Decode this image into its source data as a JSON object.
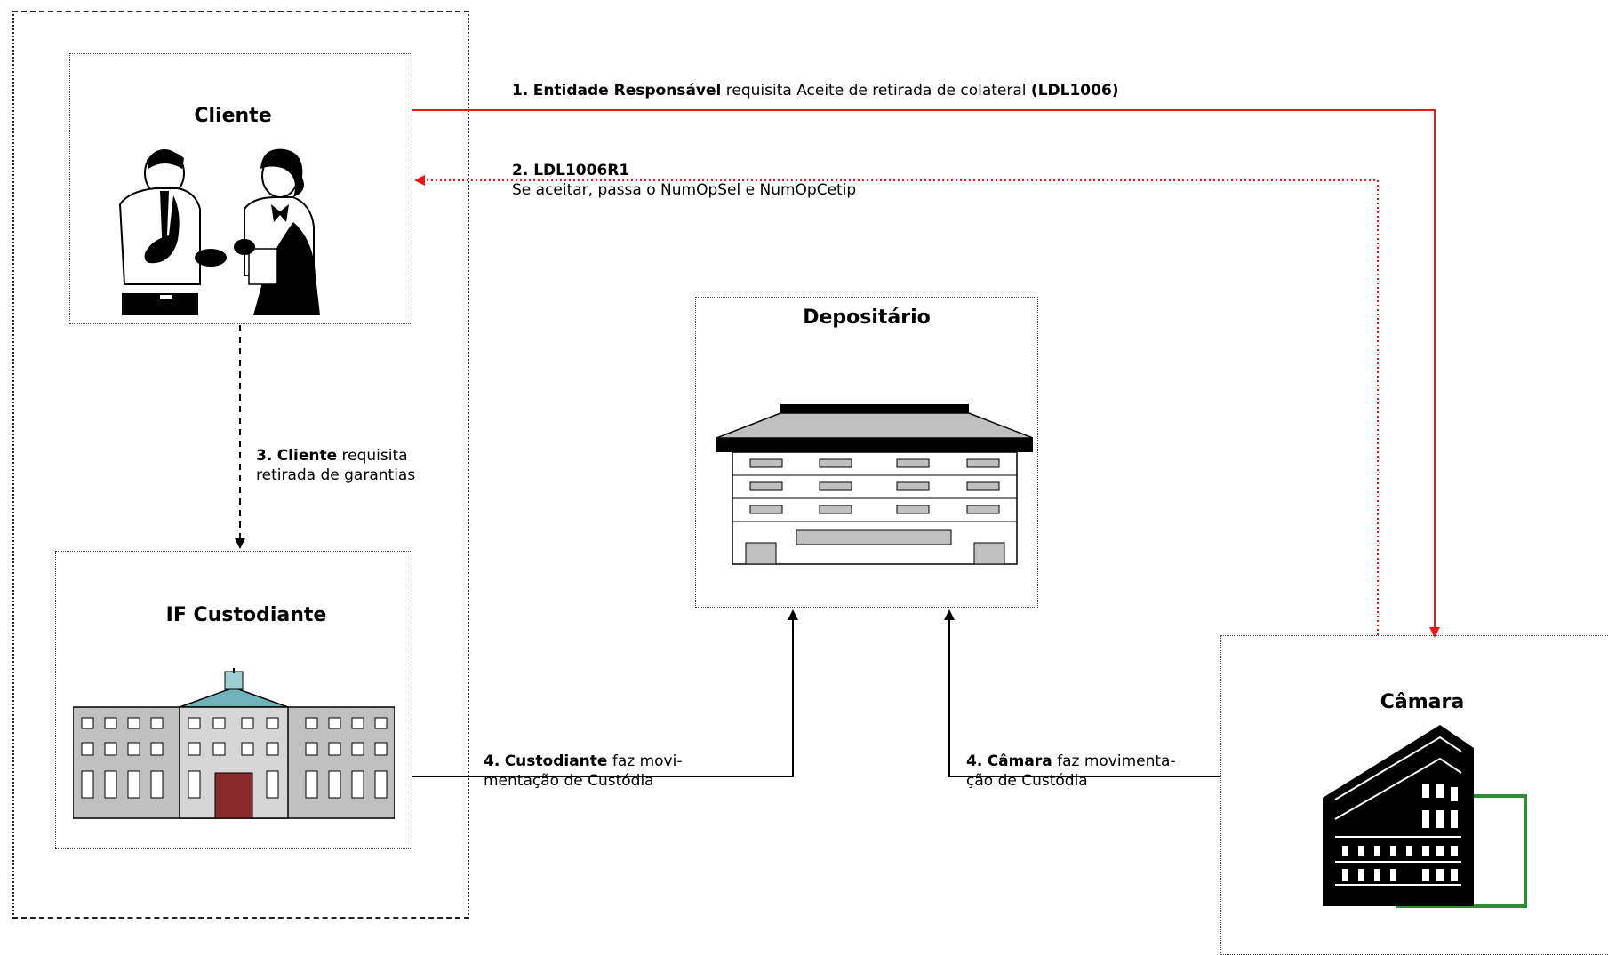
{
  "nodes": {
    "cliente": {
      "title": "Cliente"
    },
    "custodiante": {
      "title": "IF Custodiante"
    },
    "depositario": {
      "title": "Depositário"
    },
    "camara": {
      "title": "Câmara"
    }
  },
  "edges": {
    "step1": {
      "num": "1.",
      "bold": "Entidade Responsável",
      "text": " requisita Aceite de retirada de colateral ",
      "code": "(LDL1006)"
    },
    "step2": {
      "bold": "2. LDL1006R1",
      "text": "Se aceitar, passa o NumOpSel e NumOpCetip"
    },
    "step3": {
      "num": "3.",
      "bold": "Cliente",
      "text1": " requisita",
      "text2": "retirada de garantias"
    },
    "step4a": {
      "num": "4.",
      "bold": "Custodiante",
      "text1": " faz movi-",
      "text2": "mentação de Custódia"
    },
    "step4b": {
      "num": "4.",
      "bold": "Câmara",
      "text1": " faz movimenta-",
      "text2": "ção de Custódia"
    }
  },
  "colors": {
    "request": "#e8191b",
    "response": "#e8191b",
    "neutral": "#000000",
    "camara_frame": "#2e8b3a"
  }
}
